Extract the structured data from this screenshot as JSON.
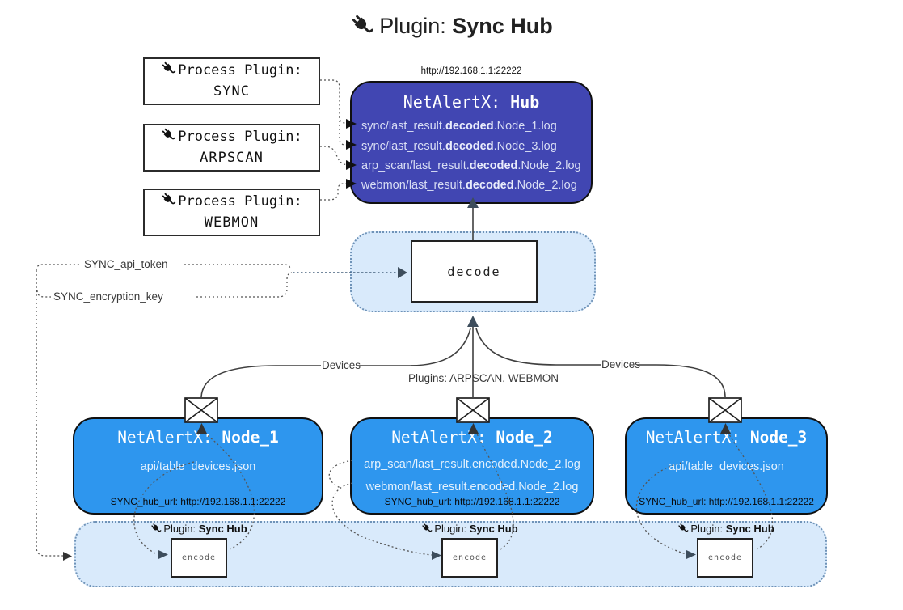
{
  "title": {
    "label": "Plugin:",
    "name": "Sync Hub"
  },
  "process_plugins": [
    {
      "label": "Process Plugin:",
      "name": "SYNC"
    },
    {
      "label": "Process Plugin:",
      "name": "ARPSCAN"
    },
    {
      "label": "Process Plugin:",
      "name": "WEBMON"
    }
  ],
  "hub": {
    "url": "http://192.168.1.1:22222",
    "title_label": "NetAlertX:",
    "title_name": "Hub",
    "logs": [
      {
        "pre": "sync/last_result.",
        "bold": "decoded",
        "post": ".Node_1.log"
      },
      {
        "pre": "sync/last_result.",
        "bold": "decoded",
        "post": ".Node_3.log"
      },
      {
        "pre": "arp_scan/last_result.",
        "bold": "decoded",
        "post": ".Node_2.log"
      },
      {
        "pre": "webmon/last_result.",
        "bold": "decoded",
        "post": ".Node_2.log"
      }
    ]
  },
  "decode": {
    "label": "decode"
  },
  "keys": {
    "api_token": "SYNC_api_token",
    "encryption_key": "SYNC_encryption_key"
  },
  "edge_labels": {
    "devices_left": "Devices",
    "plugins_center": "Plugins: ARPSCAN, WEBMON",
    "devices_right": "Devices"
  },
  "nodes": [
    {
      "title_label": "NetAlertX:",
      "title_name": "Node_1",
      "lines": [
        "api/table_devices.json"
      ],
      "hub_url": "SYNC_hub_url: http://192.168.1.1:22222"
    },
    {
      "title_label": "NetAlertX:",
      "title_name": "Node_2",
      "lines": [
        "arp_scan/last_result.encoded.Node_2.log",
        "webmon/last_result.encoded.Node_2.log"
      ],
      "hub_url": "SYNC_hub_url: http://192.168.1.1:22222"
    },
    {
      "title_label": "NetAlertX:",
      "title_name": "Node_3",
      "lines": [
        "api/table_devices.json"
      ],
      "hub_url": "SYNC_hub_url: http://192.168.1.1:22222"
    }
  ],
  "encoders": [
    {
      "plugin_label": "Plugin:",
      "plugin_name": "Sync Hub",
      "box_label": "encode"
    },
    {
      "plugin_label": "Plugin:",
      "plugin_name": "Sync Hub",
      "box_label": "encode"
    },
    {
      "plugin_label": "Plugin:",
      "plugin_name": "Sync Hub",
      "box_label": "encode"
    }
  ],
  "colors": {
    "hub_bg": "#4146b2",
    "node_bg": "#2e96ee",
    "container_bg": "#d9eafb",
    "container_border": "#6f93b8",
    "line": "#3f3f3f",
    "arrow_accent": "#3d4d5c"
  }
}
